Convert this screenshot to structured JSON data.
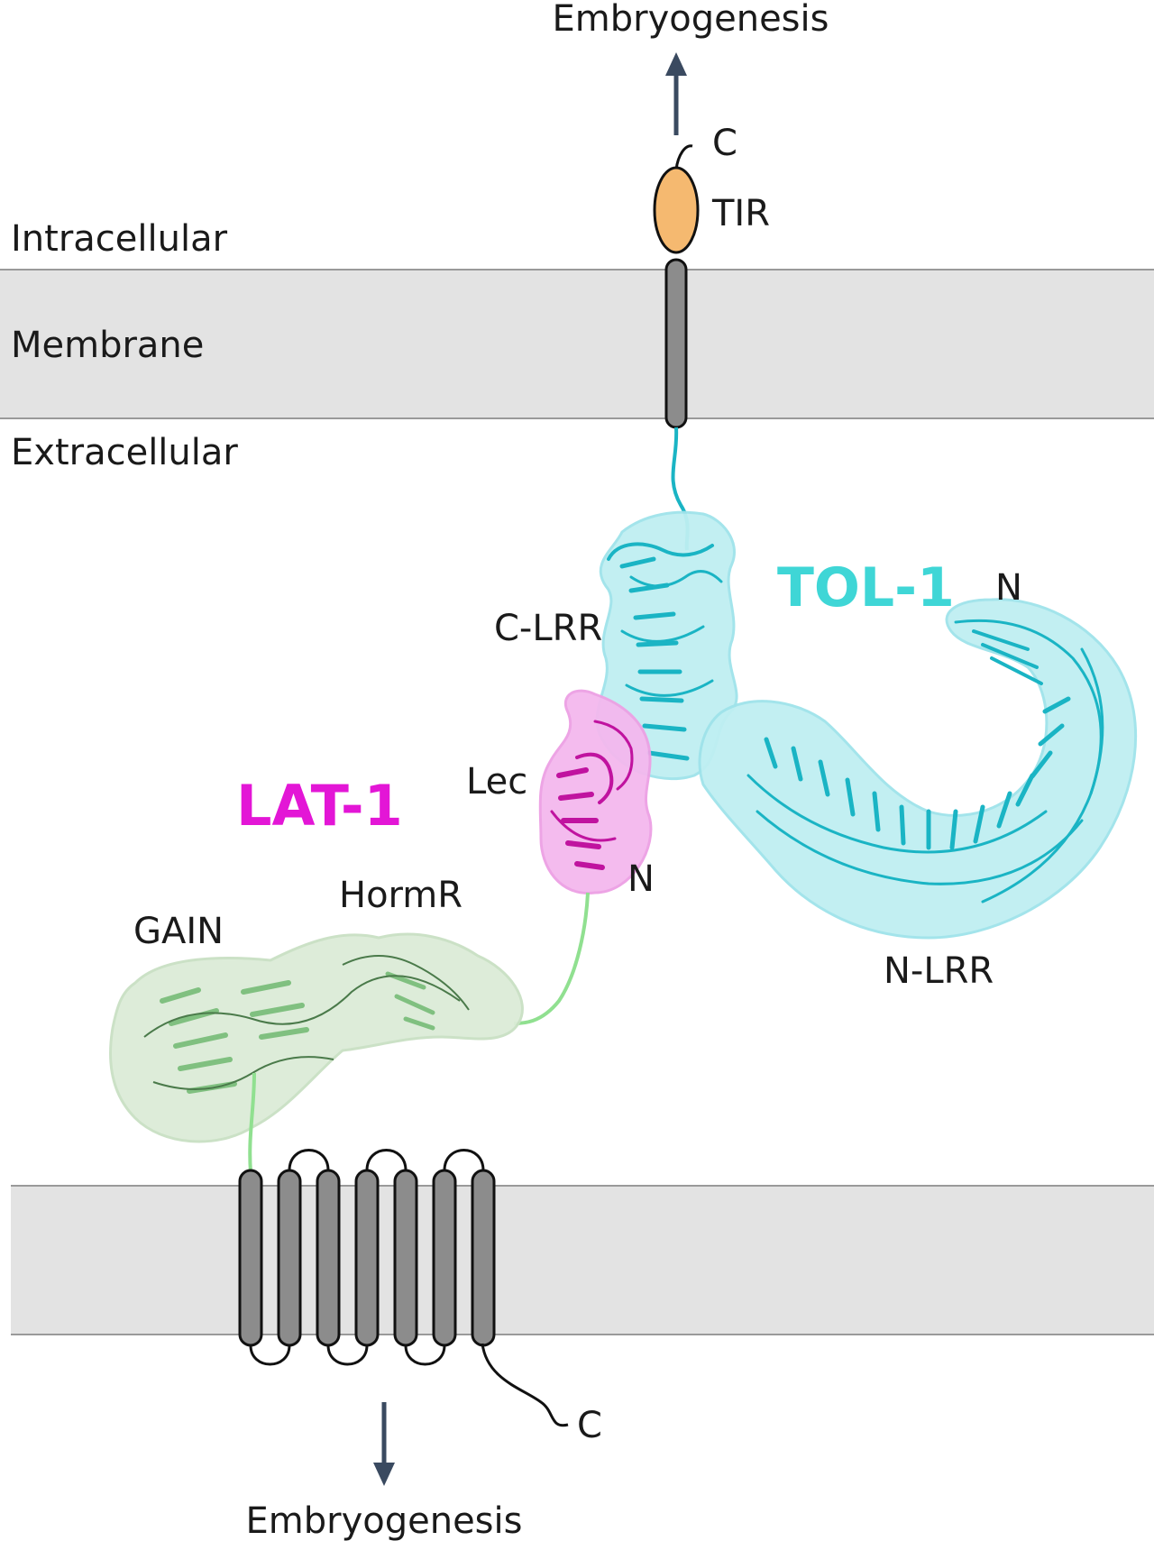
{
  "labels": {
    "top_output": "Embryogenesis",
    "bottom_output": "Embryogenesis",
    "intracellular": "Intracellular",
    "membrane": "Membrane",
    "extracellular": "Extracellular",
    "tol_c_terminus": "C",
    "tir": "TIR",
    "tol1": "TOL-1",
    "tol_n_terminus": "N",
    "c_lrr": "C-LRR",
    "n_lrr": "N-LRR",
    "lat1": "LAT-1",
    "lec": "Lec",
    "lat_n_terminus": "N",
    "hormr": "HormR",
    "gain": "GAIN",
    "lat_c_terminus": "C"
  },
  "colors": {
    "membrane": "#e3e3e3",
    "membrane_edge": "#9a9a9a",
    "tir": "#f5b970",
    "helix": "#8c8c8c",
    "tol1": "#3fd6d6",
    "tol1_surface": "#bfeff2",
    "tol1_ribbon": "#1ab4c4",
    "lat1": "#e316d6",
    "lat1_surface": "#f4b8ee",
    "lat1_ribbon": "#c0139f",
    "gain_surface": "#dcecd8",
    "gain_ribbon": "#80c080",
    "linker_green": "#90e090",
    "arrow": "#3a4a60"
  },
  "icons": {
    "up_arrow": "arrow-up-icon",
    "down_arrow": "arrow-down-icon",
    "seven_tm": "seven-transmembrane-icon"
  }
}
